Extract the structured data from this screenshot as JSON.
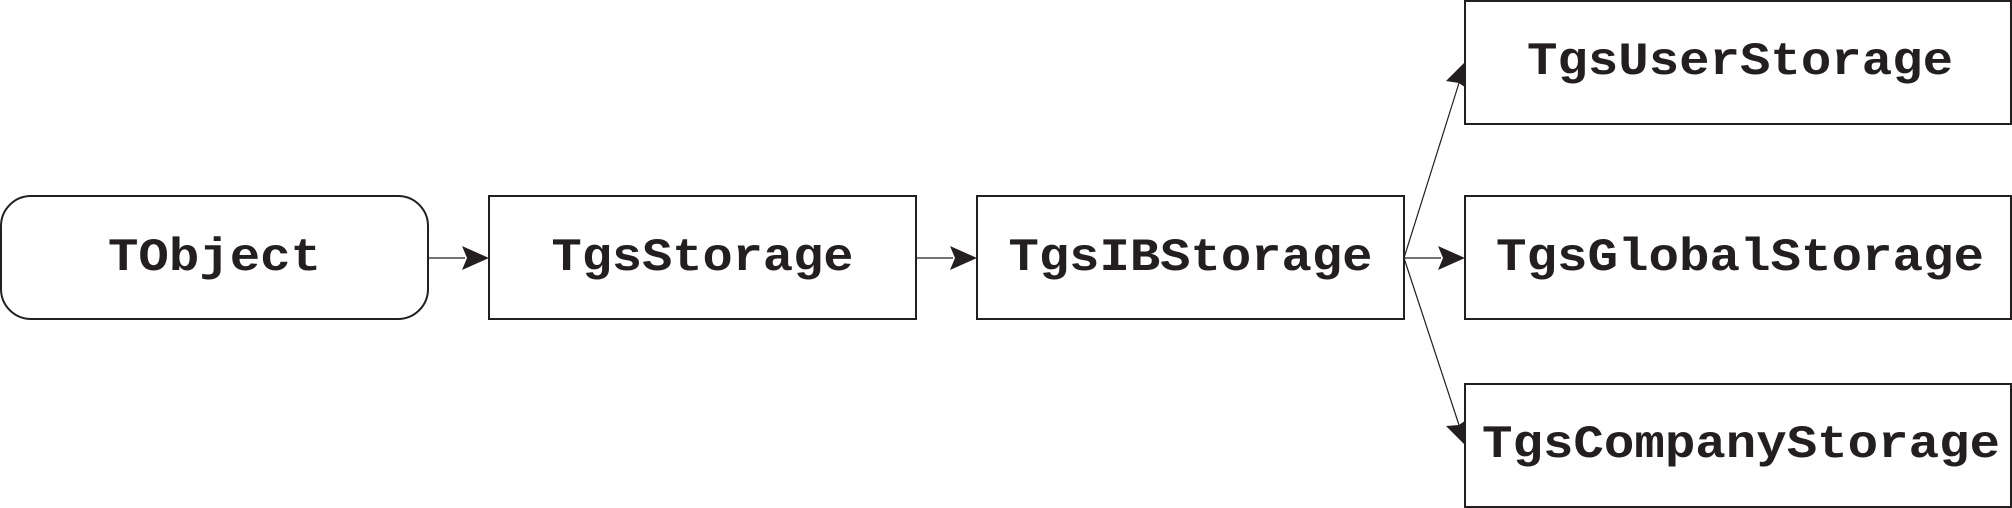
{
  "diagram": {
    "nodes": {
      "tobject": {
        "label": "TObject"
      },
      "tgs_storage": {
        "label": "TgsStorage"
      },
      "tgs_ib_storage": {
        "label": "TgsIBStorage"
      },
      "tgs_user_storage": {
        "label": "TgsUserStorage"
      },
      "tgs_global_storage": {
        "label": "TgsGlobalStorage"
      },
      "tgs_company_storage": {
        "label": "TgsCompanyStorage"
      }
    },
    "edges": [
      {
        "from": "tobject",
        "to": "tgs_storage"
      },
      {
        "from": "tgs_storage",
        "to": "tgs_ib_storage"
      },
      {
        "from": "tgs_ib_storage",
        "to": "tgs_user_storage"
      },
      {
        "from": "tgs_ib_storage",
        "to": "tgs_global_storage"
      },
      {
        "from": "tgs_ib_storage",
        "to": "tgs_company_storage"
      }
    ],
    "colors": {
      "stroke": "#231f20",
      "fill": "#ffffff"
    }
  }
}
